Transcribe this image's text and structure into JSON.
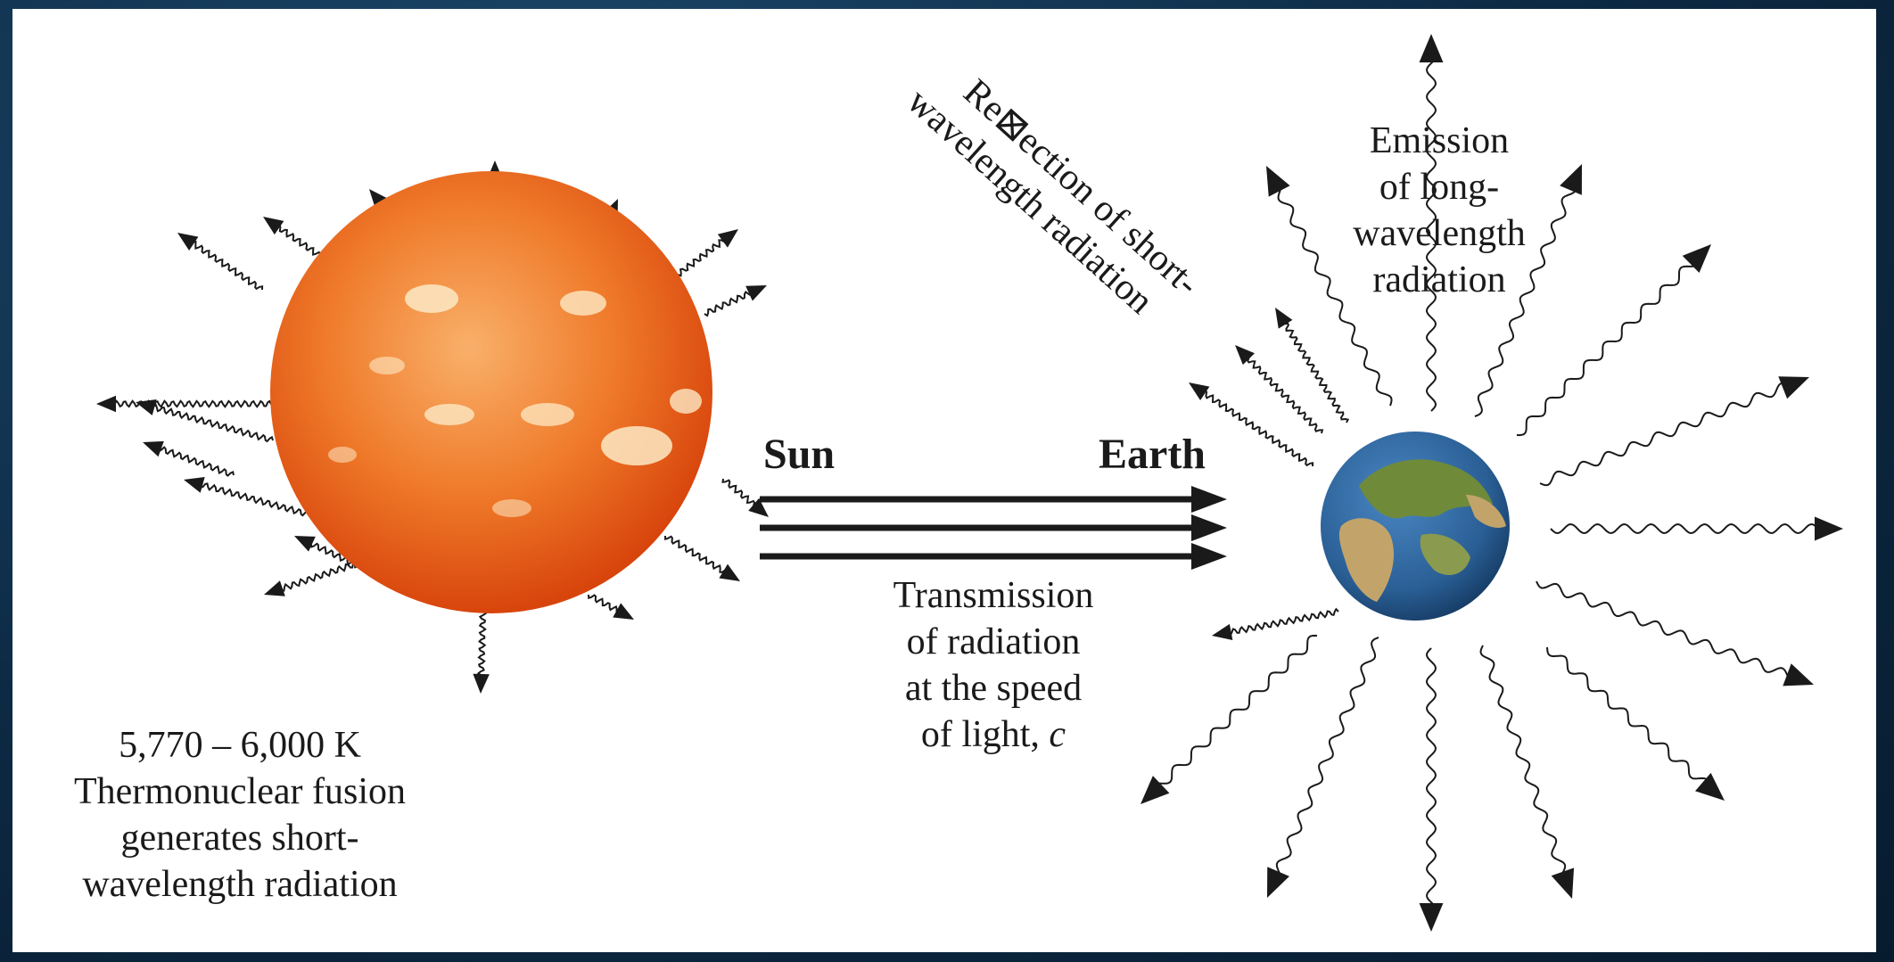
{
  "labels": {
    "sun": "Sun",
    "earth": "Earth",
    "reflection_line1": "Re⊠ection of short-",
    "reflection_line2": "wavelength radiation",
    "emission_line1": "Emission",
    "emission_line2": "of long-",
    "emission_line3": "wavelength",
    "emission_line4": "radiation",
    "transmission_line1": "Transmission",
    "transmission_line2": "of radiation",
    "transmission_line3": "at the speed",
    "transmission_line4": "of light, ",
    "transmission_symbol": "c",
    "sun_temp": "5,770 – 6,000 K",
    "sun_desc_line1": "Thermonuclear fusion",
    "sun_desc_line2": "generates short-",
    "sun_desc_line3": "wavelength radiation"
  },
  "colors": {
    "frame_background": "#0d2a44",
    "panel_background": "#ffffff",
    "ink": "#1a1a1a",
    "sun_core": "#f7a15a",
    "sun_edge": "#d8450c",
    "earth_ocean": "#2a5f95",
    "earth_land": "#6f8b3a"
  },
  "icons": {
    "sun": "sun-photo-icon",
    "earth": "earth-globe-icon"
  }
}
